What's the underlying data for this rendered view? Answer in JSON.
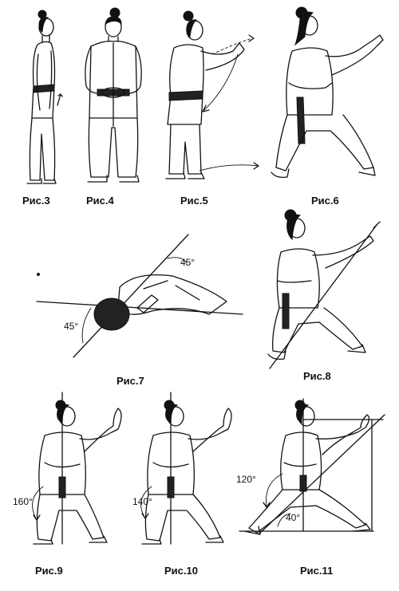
{
  "figures": [
    {
      "id": "fig3",
      "caption": "Рис.3"
    },
    {
      "id": "fig4",
      "caption": "Рис.4"
    },
    {
      "id": "fig5",
      "caption": "Рис.5"
    },
    {
      "id": "fig6",
      "caption": "Рис.6"
    },
    {
      "id": "fig7",
      "caption": "Рис.7",
      "angles": [
        "45°",
        "45°"
      ]
    },
    {
      "id": "fig8",
      "caption": "Рис.8"
    },
    {
      "id": "fig9",
      "caption": "Рис.9",
      "angles": [
        "160°"
      ]
    },
    {
      "id": "fig10",
      "caption": "Рис.10",
      "angles": [
        "140°"
      ]
    },
    {
      "id": "fig11",
      "caption": "Рис.11",
      "angles": [
        "120°",
        "40°"
      ]
    }
  ]
}
